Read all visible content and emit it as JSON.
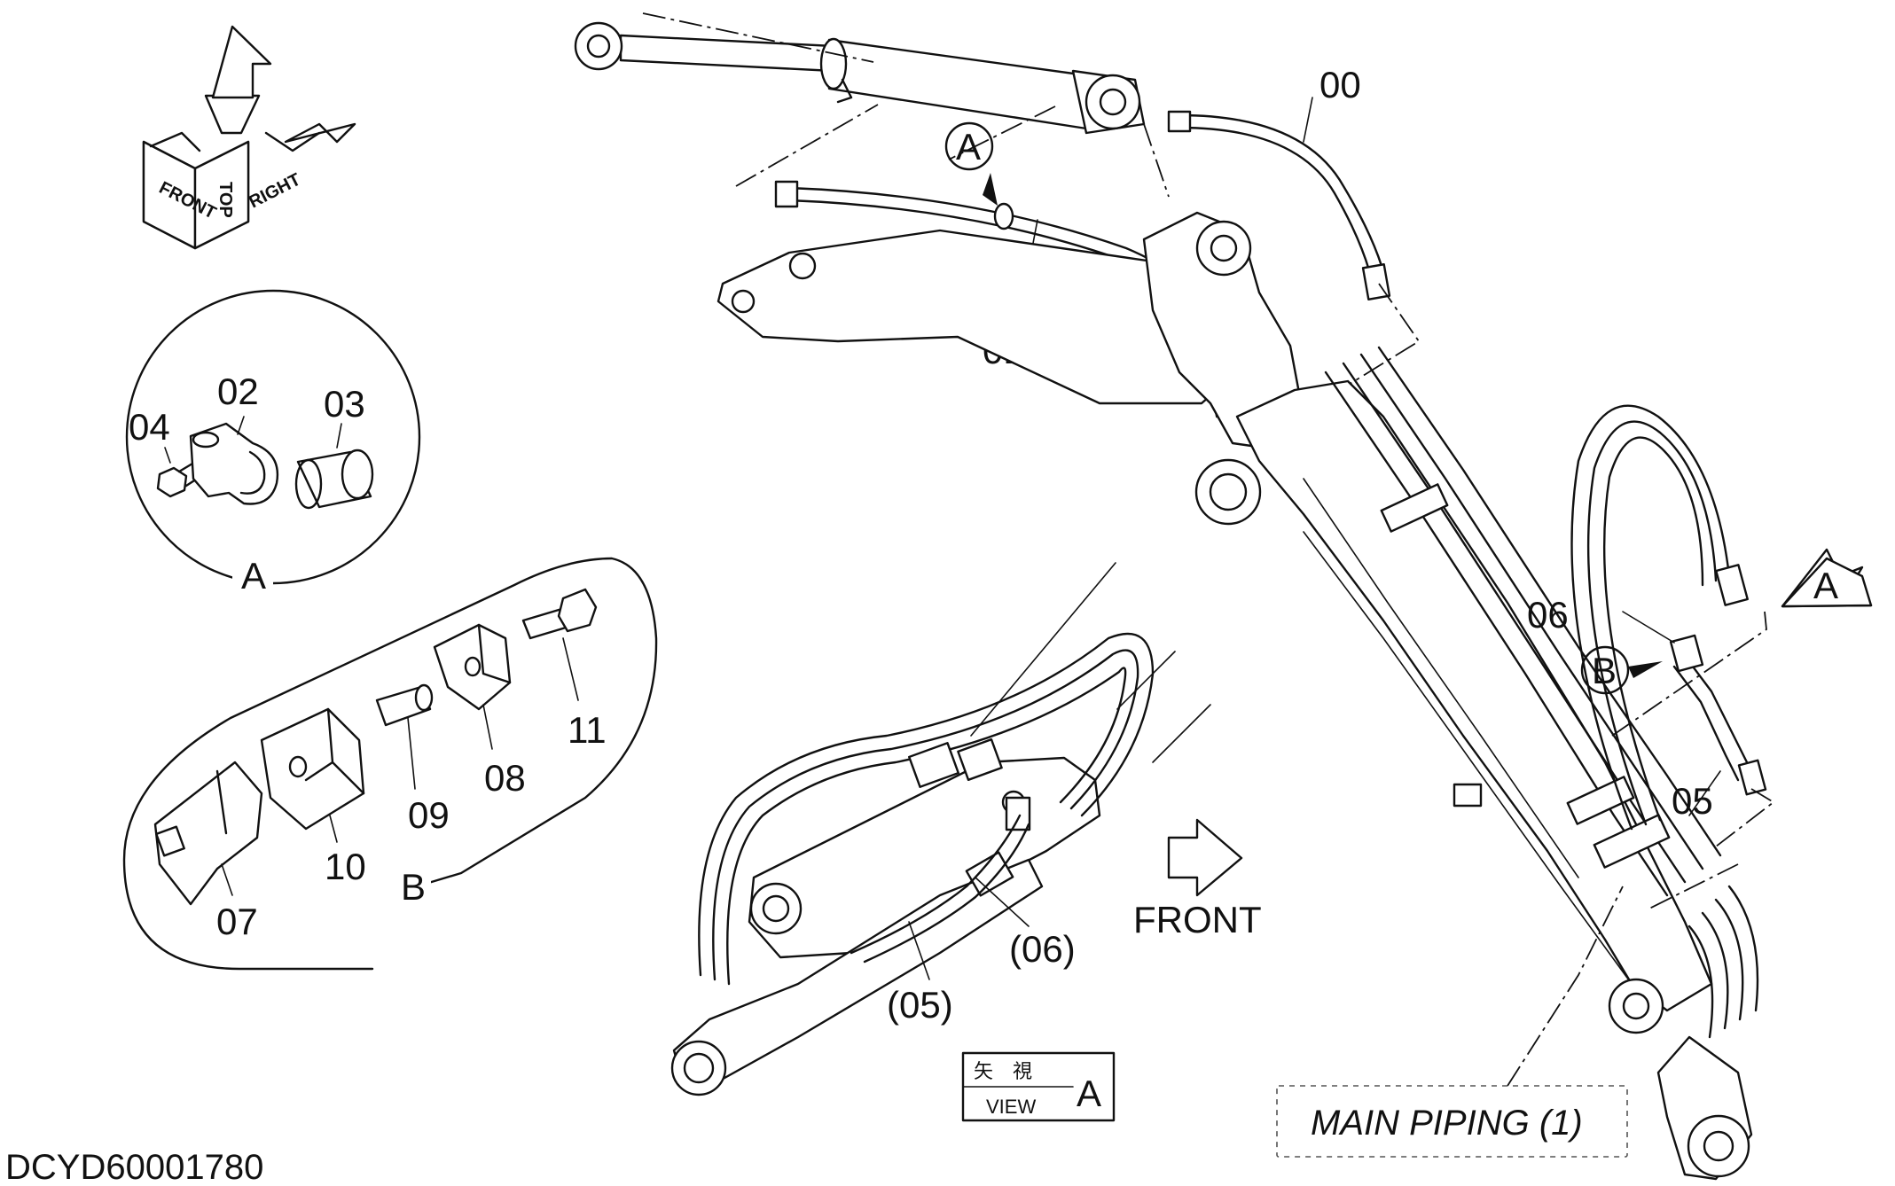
{
  "doc_id": "DCYD60001780",
  "main_piping_label": "MAIN PIPING (1)",
  "front_label": "FRONT",
  "view_box": {
    "kanji": "矢　視",
    "view": "VIEW",
    "letter": "A"
  },
  "orientation": {
    "front": "FRONT",
    "top": "TOP",
    "right": "RIGHT"
  },
  "detail_a": {
    "letter": "A",
    "parts": [
      "04",
      "02",
      "03"
    ]
  },
  "detail_b": {
    "letter": "B",
    "parts": [
      "07",
      "10",
      "09",
      "08",
      "11"
    ]
  },
  "main_callouts": [
    "00",
    "01",
    "05",
    "06"
  ],
  "view_callouts": [
    "(05)",
    "(06)"
  ],
  "marker_a": "A",
  "marker_b": "B",
  "view_arrow_letter": "A"
}
